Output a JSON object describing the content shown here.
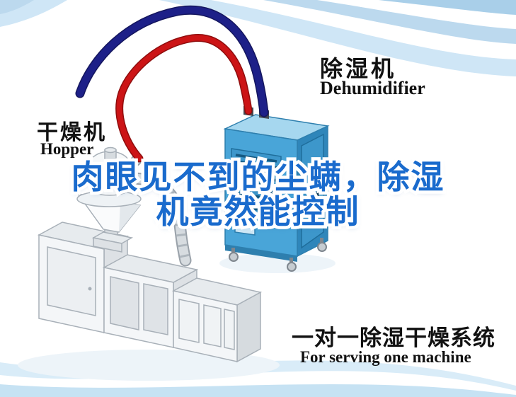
{
  "labels": {
    "dehumidifier": {
      "cn": "除湿机",
      "en": "Dehumidifier"
    },
    "dryer": {
      "cn": "干燥机",
      "en": "Hopper"
    },
    "system": {
      "cn": "一对一除湿干燥系统",
      "en": "For serving one machine"
    }
  },
  "headline": {
    "line1": "肉眼见不到的尘螨，除湿",
    "line2": "机竟然能控制"
  },
  "illustration_parts": [
    "dehumidifier-unit",
    "hopper-loader",
    "injection-molding-machine",
    "red-hose",
    "navy-hose",
    "background-swooshes"
  ],
  "colors": {
    "headline_blue": "#1a6bcd",
    "headline_outline": "#ffffff",
    "hose_red": "#cc1416",
    "hose_navy": "#1d2088",
    "dehumidifier_front": "#49a5d8",
    "dehumidifier_top": "#a6d7ef",
    "dehumidifier_side": "#2f86ba",
    "swoosh_light_blue": "#cfe6f6",
    "machine_gray": "#e9ecef",
    "text_black": "#111111"
  }
}
